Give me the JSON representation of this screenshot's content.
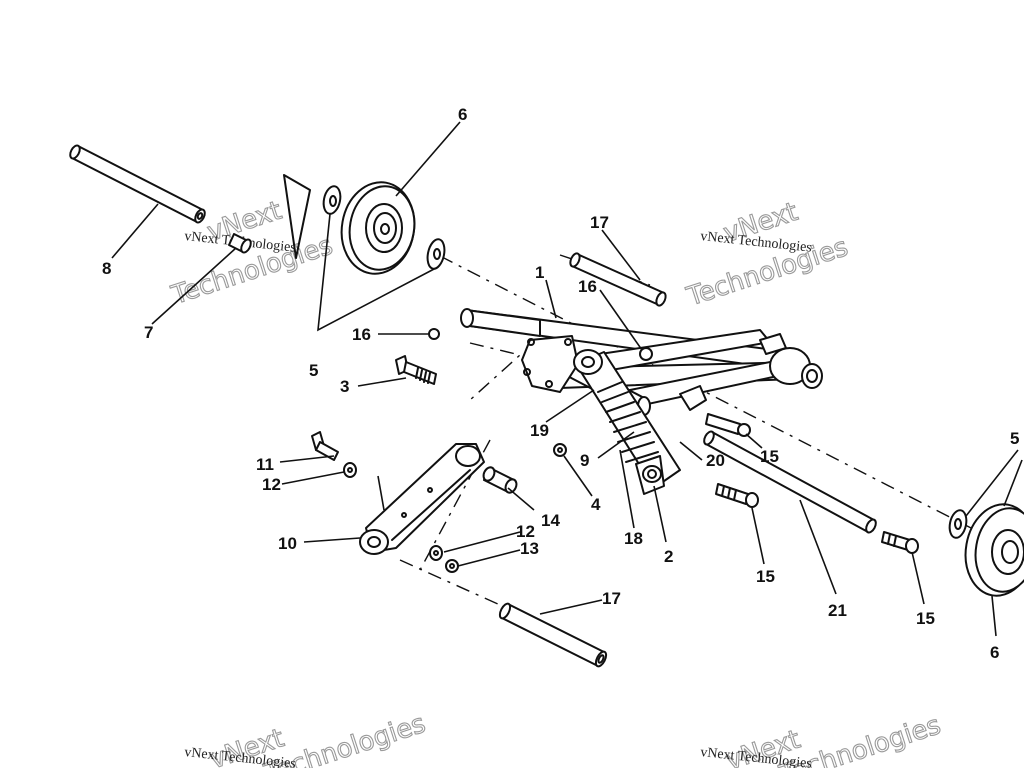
{
  "diagram": {
    "callouts": [
      {
        "id": "c-6-top",
        "label": "6"
      },
      {
        "id": "c-8",
        "label": "8"
      },
      {
        "id": "c-7",
        "label": "7"
      },
      {
        "id": "c-5-left",
        "label": "5"
      },
      {
        "id": "c-17-top",
        "label": "17"
      },
      {
        "id": "c-1",
        "label": "1"
      },
      {
        "id": "c-16-right",
        "label": "16"
      },
      {
        "id": "c-16-left",
        "label": "16"
      },
      {
        "id": "c-3",
        "label": "3"
      },
      {
        "id": "c-19",
        "label": "19"
      },
      {
        "id": "c-9",
        "label": "9"
      },
      {
        "id": "c-20",
        "label": "20"
      },
      {
        "id": "c-15-upper",
        "label": "15"
      },
      {
        "id": "c-4",
        "label": "4"
      },
      {
        "id": "c-11",
        "label": "11"
      },
      {
        "id": "c-12-left",
        "label": "12"
      },
      {
        "id": "c-14",
        "label": "14"
      },
      {
        "id": "c-10",
        "label": "10"
      },
      {
        "id": "c-12-right",
        "label": "12"
      },
      {
        "id": "c-13",
        "label": "13"
      },
      {
        "id": "c-18",
        "label": "18"
      },
      {
        "id": "c-2",
        "label": "2"
      },
      {
        "id": "c-15-mid",
        "label": "15"
      },
      {
        "id": "c-21",
        "label": "21"
      },
      {
        "id": "c-15-right",
        "label": "15"
      },
      {
        "id": "c-5-right",
        "label": "5"
      },
      {
        "id": "c-6-right",
        "label": "6"
      },
      {
        "id": "c-17-bottom",
        "label": "17"
      }
    ],
    "watermarks": [
      {
        "small": "vNext Technologies",
        "big1": "vNext",
        "big2": "Technologies"
      },
      {
        "small": "vNext Technologies",
        "big1": "vNext",
        "big2": "Technologies"
      },
      {
        "small": "vNext Technologies",
        "big1": "vNext",
        "big2": "Technologies"
      },
      {
        "small": "vNext Technologies",
        "big1": "vNext",
        "big2": "Technologies"
      }
    ]
  }
}
